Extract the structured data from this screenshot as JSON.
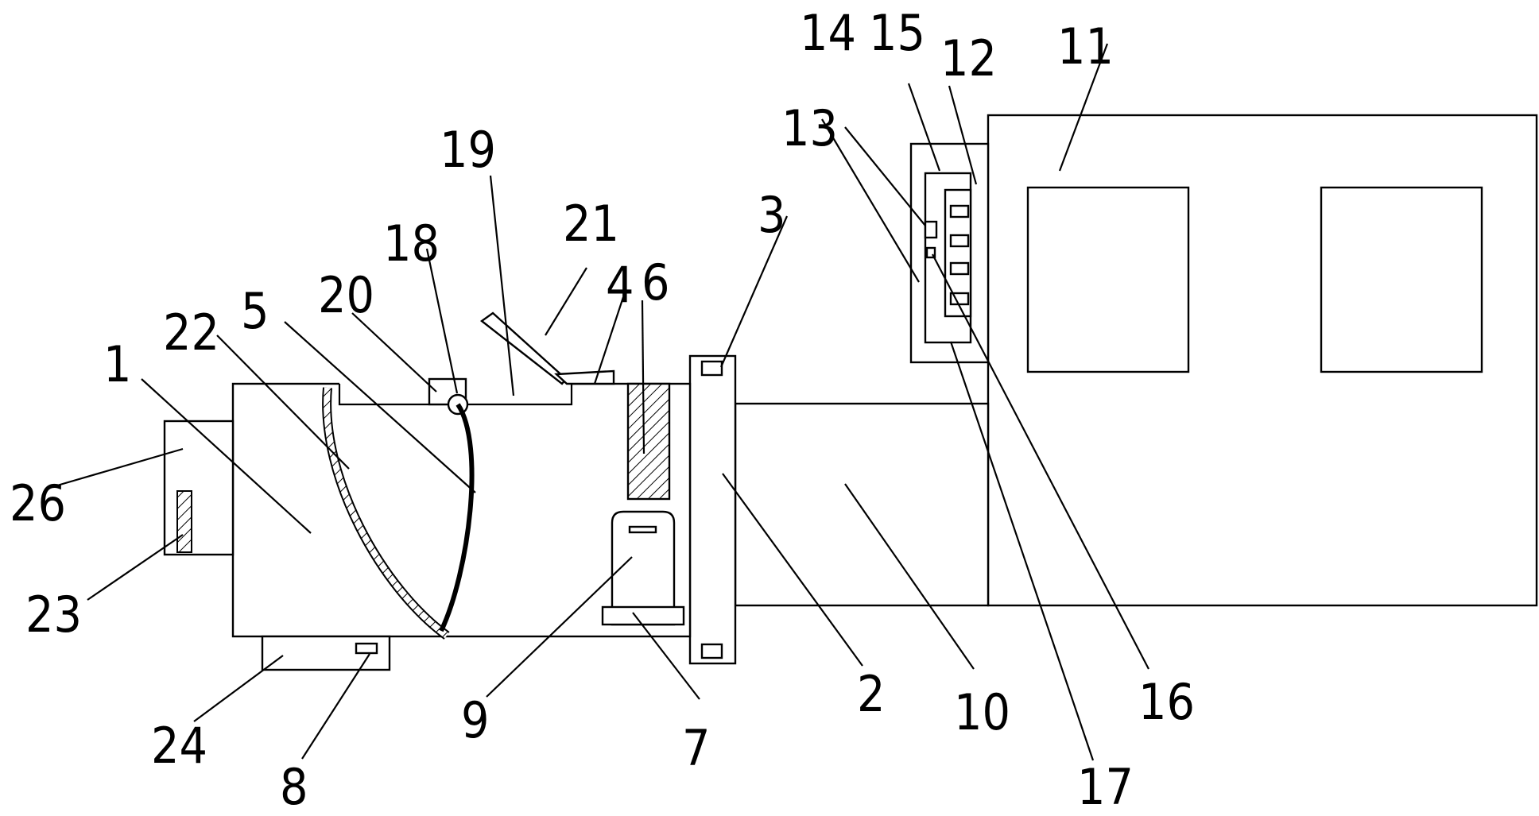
{
  "labels": {
    "l1": "1",
    "l2": "2",
    "l3": "3",
    "l4": "4",
    "l5": "5",
    "l6": "6",
    "l7": "7",
    "l8": "8",
    "l9": "9",
    "l10": "10",
    "l11": "11",
    "l12": "12",
    "l13": "13",
    "l14": "14",
    "l15": "15",
    "l16": "16",
    "l17": "17",
    "l18": "18",
    "l19": "19",
    "l20": "20",
    "l21": "21",
    "l22": "22",
    "l23": "23",
    "l24": "24",
    "l26": "26"
  }
}
